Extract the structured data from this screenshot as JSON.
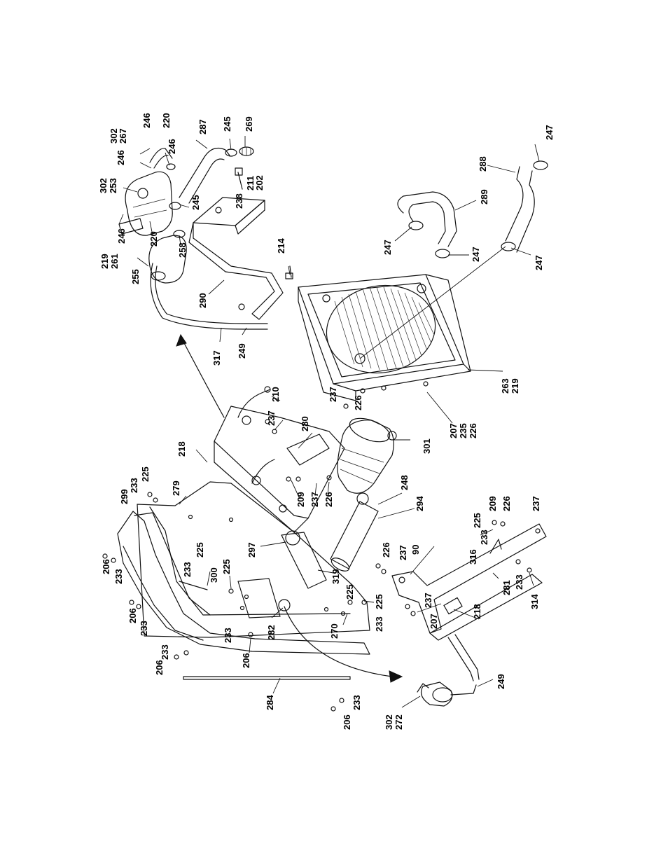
{
  "callouts": [
    {
      "id": "c1",
      "text": "302"
    },
    {
      "id": "c2",
      "text": "267"
    },
    {
      "id": "c3",
      "text": "246"
    },
    {
      "id": "c4",
      "text": "220"
    },
    {
      "id": "c5",
      "text": "287"
    },
    {
      "id": "c6",
      "text": "245"
    },
    {
      "id": "c7",
      "text": "269"
    },
    {
      "id": "c8",
      "text": "246"
    },
    {
      "id": "c9",
      "text": "246"
    },
    {
      "id": "c10",
      "text": "302"
    },
    {
      "id": "c11",
      "text": "253"
    },
    {
      "id": "c12",
      "text": "246"
    },
    {
      "id": "c13",
      "text": "219"
    },
    {
      "id": "c14",
      "text": "261"
    },
    {
      "id": "c15",
      "text": "220"
    },
    {
      "id": "c16",
      "text": "258"
    },
    {
      "id": "c17",
      "text": "245"
    },
    {
      "id": "c18",
      "text": "238"
    },
    {
      "id": "c19",
      "text": "211"
    },
    {
      "id": "c20",
      "text": "202"
    },
    {
      "id": "c21",
      "text": "255"
    },
    {
      "id": "c22",
      "text": "290"
    },
    {
      "id": "c23",
      "text": "214"
    },
    {
      "id": "c24",
      "text": "317"
    },
    {
      "id": "c25",
      "text": "249"
    },
    {
      "id": "c26",
      "text": "247"
    },
    {
      "id": "c27",
      "text": "288"
    },
    {
      "id": "c28",
      "text": "289"
    },
    {
      "id": "c29",
      "text": "247"
    },
    {
      "id": "c30",
      "text": "247"
    },
    {
      "id": "c31",
      "text": "247"
    },
    {
      "id": "c32",
      "text": "263"
    },
    {
      "id": "c33",
      "text": "219"
    },
    {
      "id": "c34",
      "text": "207"
    },
    {
      "id": "c35",
      "text": "235"
    },
    {
      "id": "c36",
      "text": "226"
    },
    {
      "id": "c37",
      "text": "237"
    },
    {
      "id": "c38",
      "text": "226"
    },
    {
      "id": "c39",
      "text": "210"
    },
    {
      "id": "c40",
      "text": "237"
    },
    {
      "id": "c41",
      "text": "280"
    },
    {
      "id": "c42",
      "text": "218"
    },
    {
      "id": "c43",
      "text": "301"
    },
    {
      "id": "c44",
      "text": "299"
    },
    {
      "id": "c45",
      "text": "233"
    },
    {
      "id": "c46",
      "text": "225"
    },
    {
      "id": "c47",
      "text": "279"
    },
    {
      "id": "c48",
      "text": "209"
    },
    {
      "id": "c49",
      "text": "237"
    },
    {
      "id": "c50",
      "text": "226"
    },
    {
      "id": "c51",
      "text": "248"
    },
    {
      "id": "c52",
      "text": "294"
    },
    {
      "id": "c53",
      "text": "297"
    },
    {
      "id": "c54",
      "text": "225"
    },
    {
      "id": "c55",
      "text": "233"
    },
    {
      "id": "c56",
      "text": "206"
    },
    {
      "id": "c57",
      "text": "233"
    },
    {
      "id": "c58",
      "text": "300"
    },
    {
      "id": "c59",
      "text": "225"
    },
    {
      "id": "c60",
      "text": "319"
    },
    {
      "id": "c61",
      "text": "225"
    },
    {
      "id": "c62",
      "text": "226"
    },
    {
      "id": "c63",
      "text": "237"
    },
    {
      "id": "c64",
      "text": "90"
    },
    {
      "id": "c65",
      "text": "225"
    },
    {
      "id": "c66",
      "text": "209"
    },
    {
      "id": "c67",
      "text": "226"
    },
    {
      "id": "c68",
      "text": "237"
    },
    {
      "id": "c69",
      "text": "233"
    },
    {
      "id": "c70",
      "text": "316"
    },
    {
      "id": "c71",
      "text": "206"
    },
    {
      "id": "c72",
      "text": "233"
    },
    {
      "id": "c73",
      "text": "233"
    },
    {
      "id": "c74",
      "text": "282"
    },
    {
      "id": "c75",
      "text": "206"
    },
    {
      "id": "c76",
      "text": "270"
    },
    {
      "id": "c77",
      "text": "225"
    },
    {
      "id": "c78",
      "text": "233"
    },
    {
      "id": "c79",
      "text": "237"
    },
    {
      "id": "c80",
      "text": "207"
    },
    {
      "id": "c81",
      "text": "218"
    },
    {
      "id": "c82",
      "text": "281"
    },
    {
      "id": "c83",
      "text": "233"
    },
    {
      "id": "c84",
      "text": "314"
    },
    {
      "id": "c85",
      "text": "206"
    },
    {
      "id": "c86",
      "text": "233"
    },
    {
      "id": "c87",
      "text": "284"
    },
    {
      "id": "c88",
      "text": "233"
    },
    {
      "id": "c89",
      "text": "206"
    },
    {
      "id": "c90",
      "text": "302"
    },
    {
      "id": "c91",
      "text": "272"
    },
    {
      "id": "c92",
      "text": "249"
    }
  ]
}
